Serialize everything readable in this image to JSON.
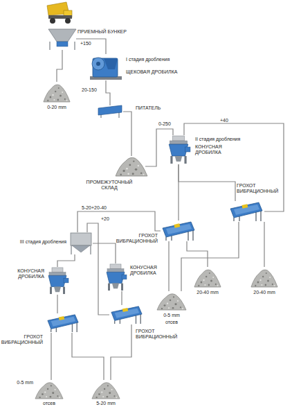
{
  "diagram": {
    "nodes": [
      {
        "text": [
          "ПРИЕМНЫЙ БУНКЕР"
        ]
      },
      {
        "text": [
          "I стадия дробления",
          "ЩЕКОВАЯ ДРОБИЛКА"
        ]
      },
      {
        "text": [
          "0-20 mm"
        ]
      },
      {
        "text": [
          "ПИТАТЕЛЬ"
        ]
      },
      {
        "text": [
          "ПРОМЕЖУТОЧНЫЙ СКЛАД"
        ]
      },
      {
        "text": [
          "II стадия дробления",
          "КОНУСНАЯ ДРОБИЛКА"
        ]
      },
      {
        "text": [
          "ГРОХОТ ВИБРАЦИОННЫЙ"
        ]
      },
      {
        "text": [
          "ГРОХОТ ВИБРАЦИОННЫЙ"
        ]
      },
      {
        "text": [
          "20-40 mm"
        ]
      },
      {
        "text": [
          "20-40 mm"
        ]
      },
      {
        "text": [
          "0-5 mm",
          "отсев"
        ]
      },
      {
        "text": [
          "III стадия дробления"
        ]
      },
      {
        "text": [
          "КОНУСНАЯ ДРОБИЛКА"
        ]
      },
      {
        "text": [
          "КОНУСНАЯ ДРОБИЛКА"
        ]
      },
      {
        "text": [
          "ГРОХОТ ВИБРАЦИОННЫЙ"
        ]
      },
      {
        "text": [
          "ГРОХОТ ВИБРАЦИОННЫЙ"
        ]
      },
      {
        "text": [
          "0-5 mm",
          "отсев"
        ]
      },
      {
        "text": [
          "5-20 mm"
        ]
      }
    ],
    "edges": [
      {
        "from": 0,
        "to": 1,
        "arrow": "none",
        "label": "+150"
      },
      {
        "from": 0,
        "to": 2,
        "arrow": "none"
      },
      {
        "from": 1,
        "to": 3,
        "arrow": "none",
        "label": "20-150"
      },
      {
        "from": 3,
        "to": 4,
        "arrow": "none"
      },
      {
        "from": 4,
        "to": 5,
        "arrow": "none",
        "label": "0-250"
      },
      {
        "from": 5,
        "to": 6,
        "arrow": "none"
      },
      {
        "from": 5,
        "to": 7,
        "arrow": "none"
      },
      {
        "from": 7,
        "to": 5,
        "arrow": "none",
        "label": "+40"
      },
      {
        "from": 6,
        "to": 8,
        "arrow": "none"
      },
      {
        "from": 7,
        "to": 9,
        "arrow": "none"
      },
      {
        "from": 6,
        "to": 10,
        "arrow": "none"
      },
      {
        "from": 7,
        "to": 10,
        "arrow": "none"
      },
      {
        "from": 6,
        "to": 11,
        "arrow": "none",
        "label": "5-20+20-40"
      },
      {
        "from": 14,
        "to": 11,
        "arrow": "none",
        "label": "+20"
      },
      {
        "from": 11,
        "to": 12,
        "arrow": "none"
      },
      {
        "from": 11,
        "to": 13,
        "arrow": "none"
      },
      {
        "from": 12,
        "to": 15,
        "arrow": "none"
      },
      {
        "from": 13,
        "to": 14,
        "arrow": "none"
      },
      {
        "from": 15,
        "to": 16,
        "arrow": "none"
      },
      {
        "from": 15,
        "to": 17,
        "arrow": "none"
      },
      {
        "from": 14,
        "to": 17,
        "arrow": "none"
      }
    ]
  }
}
